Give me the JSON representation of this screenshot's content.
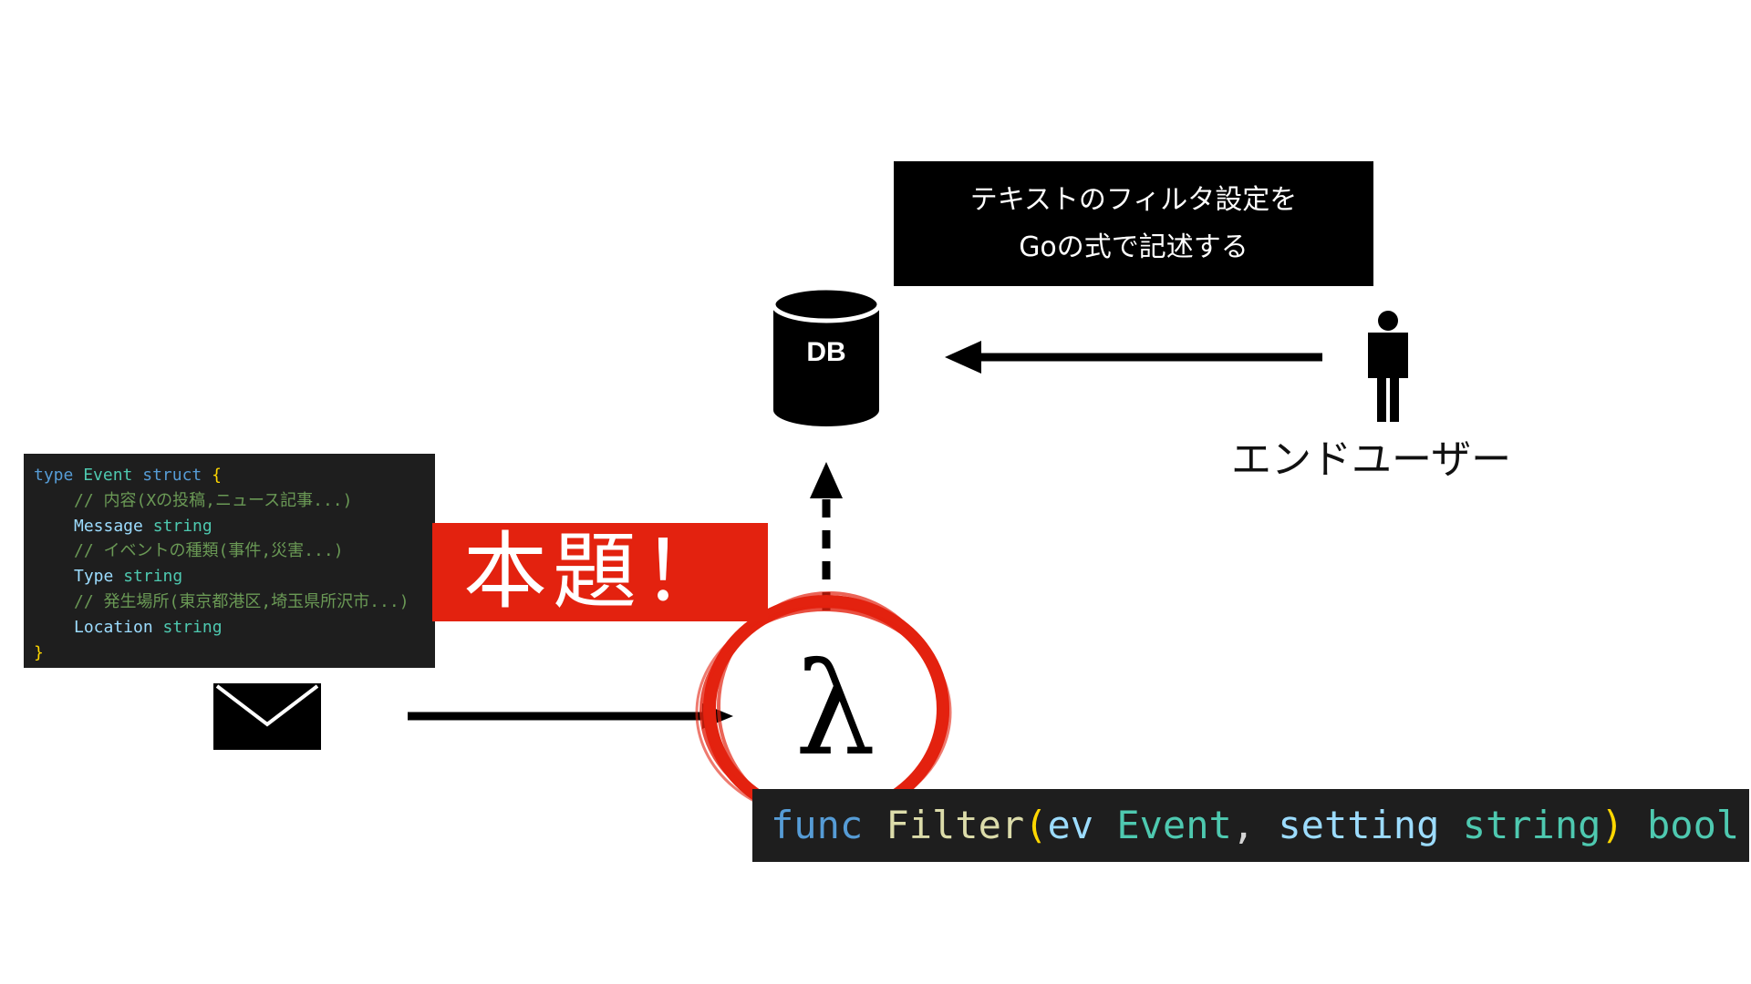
{
  "note": {
    "line1": "テキストのフィルタ設定を",
    "line2": "Goの式で記述する"
  },
  "db": {
    "label": "DB"
  },
  "end_user": {
    "label": "エンドユーザー"
  },
  "code": {
    "lines": [
      [
        "type",
        "Event",
        "struct",
        "{"
      ],
      "// 内容(Xの投稿,ニュース記事...)",
      [
        "Message",
        "string"
      ],
      "// イベントの種類(事件,災害...)",
      [
        "Type",
        "string"
      ],
      "// 発生場所(東京都港区,埼玉県所沢市...)",
      [
        "Location",
        "string"
      ],
      "}"
    ]
  },
  "headline": "本題！",
  "lambda": "λ",
  "func_signature": {
    "kw": "func",
    "name": "Filter",
    "open": "(",
    "p1": "ev",
    "t1": "Event",
    "comma": ",",
    "p2": "setting",
    "t2": "string",
    "close": ")",
    "ret": "bool",
    "brace": "{"
  },
  "icons": [
    "person-icon",
    "mail-icon",
    "database-icon"
  ],
  "colors": {
    "accent_red": "#e3220f",
    "code_bg": "#1e1e1e"
  }
}
